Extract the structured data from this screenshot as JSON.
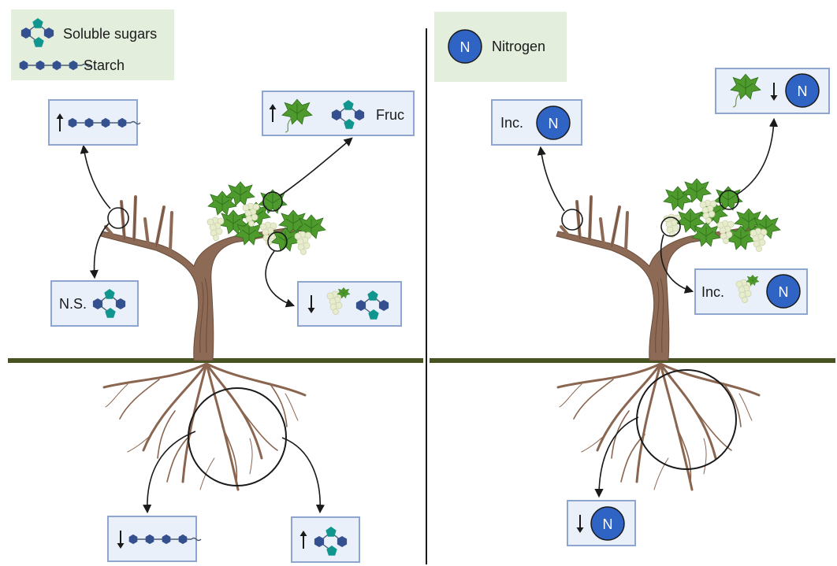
{
  "legend_left": {
    "soluble_sugars_label": "Soluble sugars",
    "starch_label": "Starch"
  },
  "legend_right": {
    "nitrogen_symbol": "N",
    "nitrogen_label": "Nitrogen"
  },
  "left_panel": {
    "wood_box": {
      "direction": "up",
      "compound": "starch"
    },
    "leaf_box": {
      "direction": "up",
      "compound": "soluble-sugars",
      "label": "Fruc"
    },
    "trunk_box": {
      "label": "N.S.",
      "compound": "soluble-sugars"
    },
    "berry_box": {
      "direction": "down",
      "compound": "soluble-sugars"
    },
    "root_starch_box": {
      "direction": "down",
      "compound": "starch"
    },
    "root_sugar_box": {
      "direction": "up",
      "compound": "soluble-sugars"
    }
  },
  "right_panel": {
    "wood_box": {
      "label": "Inc.",
      "symbol": "N"
    },
    "leaf_box": {
      "direction": "down",
      "symbol": "N"
    },
    "berry_box": {
      "label": "Inc.",
      "symbol": "N"
    },
    "root_box": {
      "direction": "down",
      "symbol": "N"
    }
  },
  "colors": {
    "legend_bg": "#e3eedd",
    "box_fill": "#e9f0fa",
    "box_stroke": "#8ea6cf",
    "hexagon": "#35508f",
    "pentagon": "#11968f",
    "nitrogen_fill": "#2f64c4",
    "ground_line": "#475422",
    "wood": "#8d6a55",
    "leaf": "#4e9a2d",
    "grape": "#e7eccd"
  }
}
